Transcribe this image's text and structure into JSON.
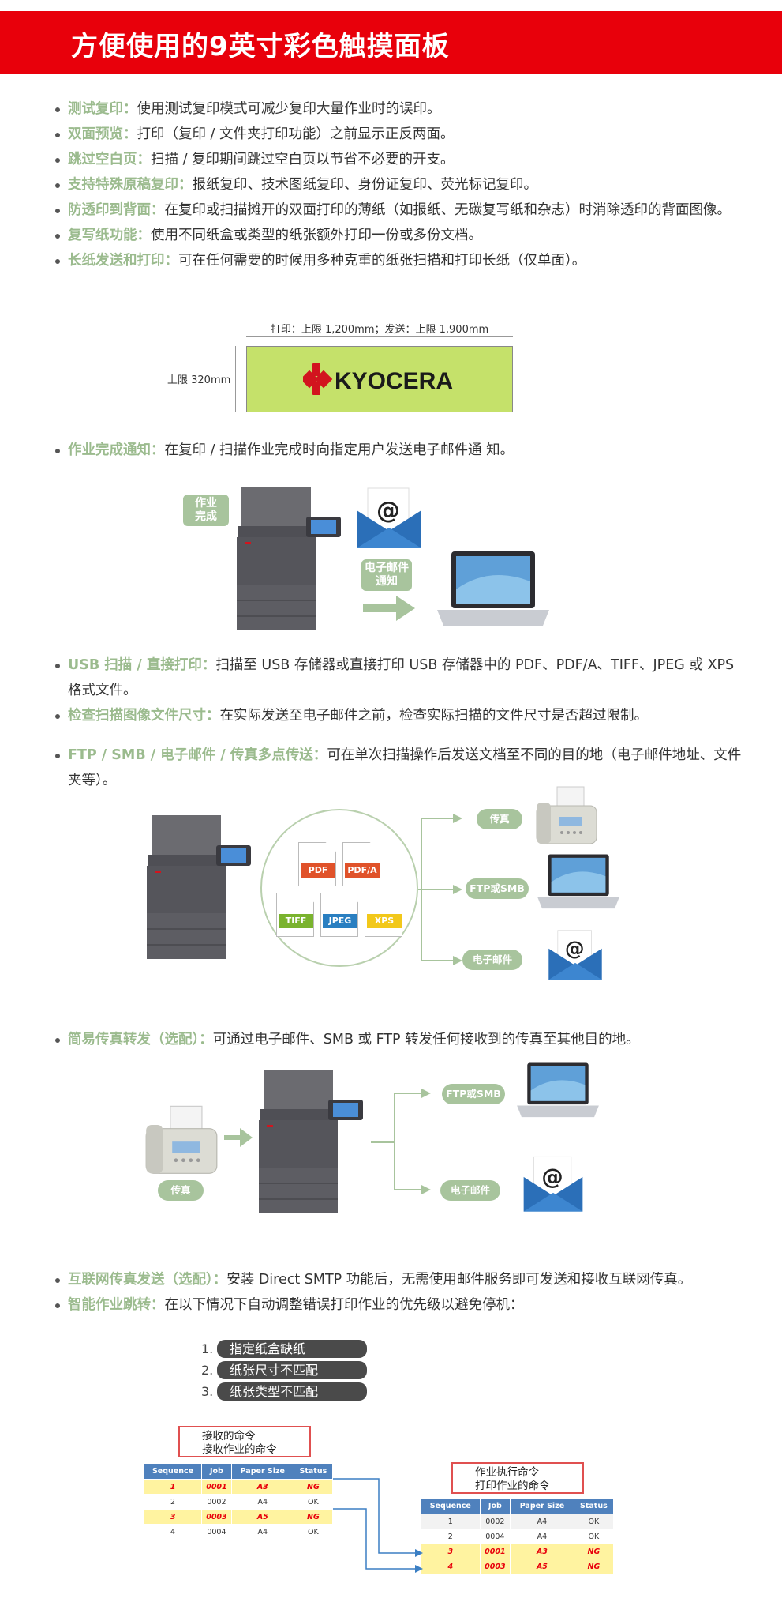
{
  "header": {
    "title": "方便使用的9英寸彩色触摸面板"
  },
  "features_1": [
    {
      "key": "测试复印：",
      "value": "使用测试复印模式可减少复印大量作业时的误印。"
    },
    {
      "key": "双面预览：",
      "value": "打印（复印 / 文件夹打印功能）之前显示正反两面。"
    },
    {
      "key": "跳过空白页：",
      "value": "扫描 / 复印期间跳过空白页以节省不必要的开支。"
    },
    {
      "key": "支持特殊原稿复印：",
      "value": "报纸复印、技术图纸复印、身份证复印、荧光标记复印。"
    },
    {
      "key": "防透印到背面：",
      "value": "在复印或扫描摊开的双面打印的薄纸（如报纸、无碳复写纸和杂志）时消除透印的背面图像。"
    },
    {
      "key": "复写纸功能：",
      "value": "使用不同纸盒或类型的纸张额外打印一份或多份文档。"
    },
    {
      "key": "长纸发送和打印：",
      "value": "可在任何需要的时候用多种克重的纸张扫描和打印长纸（仅单面）。"
    }
  ],
  "long_paper": {
    "top_dim": "打印：上限 1,200mm；发送：上限 1,900mm",
    "left_dim": "上限 320mm",
    "logo_text": "KYOCERA"
  },
  "features_2": [
    {
      "key": "作业完成通知：",
      "value": "在复印 / 扫描作业完成时向指定用户发送电子邮件通 知。"
    }
  ],
  "notify": {
    "done_tag": "作业\n完成",
    "email_tag": "电子邮件\n通知",
    "at": "@"
  },
  "features_3": [
    {
      "key": "USB 扫描 / 直接打印：",
      "value": "扫描至 USB 存储器或直接打印 USB 存储器中的 PDF、PDF/A、TIFF、JPEG 或 XPS 格式文件。"
    },
    {
      "key": "检查扫描图像文件尺寸：",
      "value": "在实际发送至电子邮件之前，检查实际扫描的文件尺寸是否超过限制。"
    }
  ],
  "features_4": [
    {
      "key": "FTP / SMB / 电子邮件 / 传真多点传送：",
      "value": "可在单次扫描操作后发送文档至不同的目的地（电子邮件地址、文件夹等）。"
    }
  ],
  "multi_send": {
    "formats": [
      "PDF",
      "PDF/A",
      "TIFF",
      "JPEG",
      "XPS"
    ],
    "format_colors": [
      "#e0522a",
      "#e0522a",
      "#7ab32e",
      "#2a7fc1",
      "#f2c81a"
    ],
    "targets": [
      "传真",
      "FTP或SMB",
      "电子邮件"
    ]
  },
  "features_5": [
    {
      "key": "简易传真转发（选配）：",
      "value": "可通过电子邮件、SMB 或 FTP 转发任何接收到的传真至其他目的地。"
    }
  ],
  "fax_forward": {
    "fax_label": "传真",
    "targets": [
      "FTP或SMB",
      "电子邮件"
    ]
  },
  "features_6": [
    {
      "key": "互联网传真发送（选配）：",
      "value": "安装 Direct SMTP 功能后，无需使用邮件服务即可发送和接收互联网传真。"
    },
    {
      "key": "智能作业跳转：",
      "value": "在以下情况下自动调整错误打印作业的优先级以避免停机："
    }
  ],
  "job_skip": {
    "items": [
      "指定纸盒缺纸",
      "纸张尺寸不匹配",
      "纸张类型不匹配"
    ],
    "recv_box": [
      "接收的命令",
      "接收作业的命令"
    ],
    "exec_box": [
      "作业执行命令",
      "打印作业的命令"
    ],
    "headers": [
      "Sequence",
      "Job",
      "Paper Size",
      "Status"
    ],
    "recv_rows": [
      [
        "1",
        "0001",
        "A3",
        "NG"
      ],
      [
        "2",
        "0002",
        "A4",
        "OK"
      ],
      [
        "3",
        "0003",
        "A5",
        "NG"
      ],
      [
        "4",
        "0004",
        "A4",
        "OK"
      ]
    ],
    "exec_rows": [
      [
        "1",
        "0002",
        "A4",
        "OK"
      ],
      [
        "2",
        "0004",
        "A4",
        "OK"
      ],
      [
        "3",
        "0001",
        "A3",
        "NG"
      ],
      [
        "4",
        "0003",
        "A5",
        "NG"
      ]
    ]
  }
}
